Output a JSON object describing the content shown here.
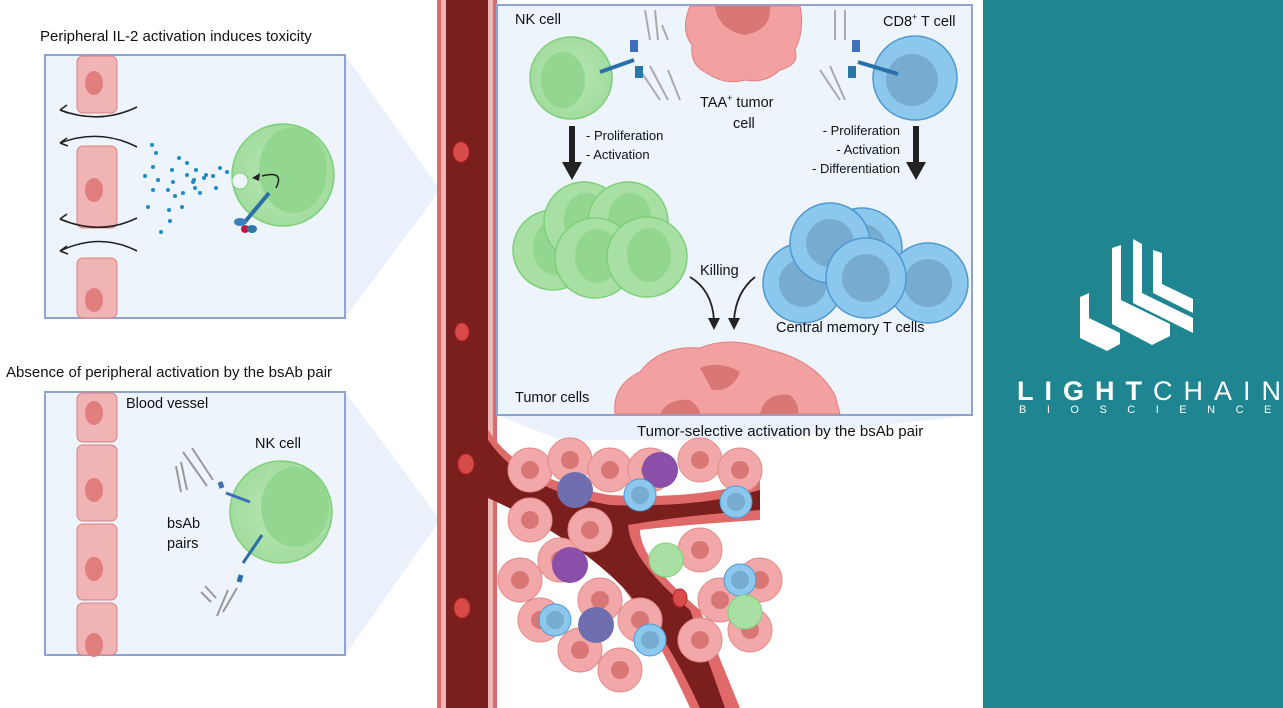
{
  "figure": {
    "panel_top_left": {
      "title": "Peripheral IL-2 activation induces toxicity"
    },
    "panel_bottom_left": {
      "title": "Absence of peripheral activation by the bsAb pair",
      "blood_vessel_label": "Blood vessel",
      "nk_cell_label": "NK cell",
      "bsab_label_line1": "bsAb",
      "bsab_label_line2": "pairs"
    },
    "panel_right": {
      "caption": "Tumor-selective activation by the bsAb pair",
      "nk_cell_label": "NK cell",
      "cd8_label": "CD8",
      "cd8_superscript": "+",
      "cd8_suffix": " T cell",
      "tumor_cell_label_line1_prefix": "TAA",
      "tumor_cell_label_superscript": "+",
      "tumor_cell_label_line1_suffix": " tumor",
      "tumor_cell_label_line2": "cell",
      "nk_effects": [
        "- Proliferation",
        "- Activation"
      ],
      "t_effects": [
        "- Proliferation",
        "- Activation",
        "- Differentiation"
      ],
      "killing_label": "Killing",
      "memory_label": "Central memory T cells",
      "tumor_cells_label": "Tumor cells"
    }
  },
  "brand": {
    "name_bold": "LIGHT",
    "name_light": "CHAIN",
    "subtitle": "BIOSCIENCE",
    "panel_color": "#1e8591"
  },
  "colors": {
    "box_fill": "#eef4fc",
    "box_border": "#8ea3d1",
    "vessel_dark": "#7a1e1e",
    "vessel_wall": "#e06a6a",
    "nk_green": "#a8e0a4",
    "t_blue": "#8cc8ee",
    "tumor_pink": "#f2a0a0"
  }
}
